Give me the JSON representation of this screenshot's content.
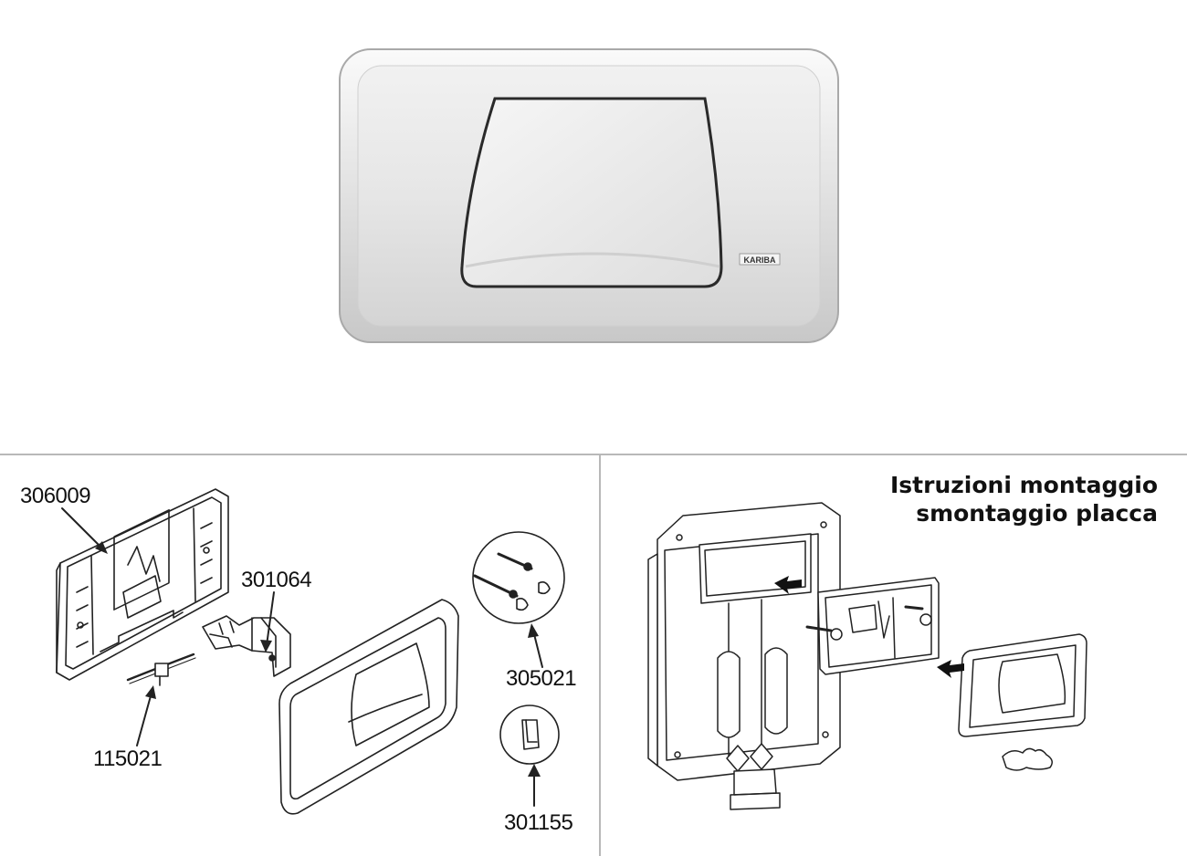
{
  "product_photo": {
    "brand_label": "KARIBA"
  },
  "parts_diagram": {
    "codes": [
      {
        "id": "frame",
        "code": "306009"
      },
      {
        "id": "bracket",
        "code": "301064"
      },
      {
        "id": "lever",
        "code": "115021"
      },
      {
        "id": "screws",
        "code": "305021"
      },
      {
        "id": "clip",
        "code": "301155"
      }
    ]
  },
  "instructions": {
    "title_line1": "Istruzioni montaggio",
    "title_line2": "smontaggio placca"
  }
}
